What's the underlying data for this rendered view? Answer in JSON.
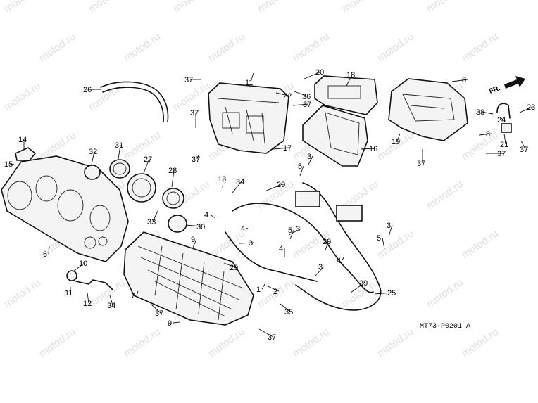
{
  "watermark": "motod.ru",
  "diagram_code": "MT73-P0201 A",
  "front_label": "FR.",
  "callouts": [
    {
      "id": "c26",
      "label": "26"
    },
    {
      "id": "c37a",
      "label": "37"
    },
    {
      "id": "c11a",
      "label": "11"
    },
    {
      "id": "c20",
      "label": "20"
    },
    {
      "id": "c22",
      "label": "22"
    },
    {
      "id": "c36",
      "label": "36"
    },
    {
      "id": "c37b",
      "label": "37"
    },
    {
      "id": "c18",
      "label": "18"
    },
    {
      "id": "c8a",
      "label": "8"
    },
    {
      "id": "c37c",
      "label": "37"
    },
    {
      "id": "c17",
      "label": "17"
    },
    {
      "id": "c37d",
      "label": "37"
    },
    {
      "id": "c16",
      "label": "16"
    },
    {
      "id": "c19",
      "label": "19"
    },
    {
      "id": "c37e",
      "label": "37"
    },
    {
      "id": "c38",
      "label": "38"
    },
    {
      "id": "c23",
      "label": "23"
    },
    {
      "id": "c24",
      "label": "24"
    },
    {
      "id": "c21",
      "label": "21"
    },
    {
      "id": "c8b",
      "label": "8"
    },
    {
      "id": "c37f",
      "label": "37"
    },
    {
      "id": "c37g",
      "label": "37"
    },
    {
      "id": "c14",
      "label": "14"
    },
    {
      "id": "c15",
      "label": "15"
    },
    {
      "id": "c32",
      "label": "32"
    },
    {
      "id": "c31",
      "label": "31"
    },
    {
      "id": "c27",
      "label": "27"
    },
    {
      "id": "c28",
      "label": "28"
    },
    {
      "id": "c13",
      "label": "13"
    },
    {
      "id": "c34a",
      "label": "34"
    },
    {
      "id": "c29a",
      "label": "29"
    },
    {
      "id": "c5a",
      "label": "5"
    },
    {
      "id": "c3a",
      "label": "3"
    },
    {
      "id": "c33",
      "label": "33"
    },
    {
      "id": "c4a",
      "label": "4"
    },
    {
      "id": "c30",
      "label": "30"
    },
    {
      "id": "c4b",
      "label": "4"
    },
    {
      "id": "c3b",
      "label": "3"
    },
    {
      "id": "c6",
      "label": "6"
    },
    {
      "id": "c9a",
      "label": "9"
    },
    {
      "id": "c3c",
      "label": "3"
    },
    {
      "id": "c5b",
      "label": "5"
    },
    {
      "id": "c3d",
      "label": "3"
    },
    {
      "id": "c4c",
      "label": "4"
    },
    {
      "id": "c29b",
      "label": "29"
    },
    {
      "id": "c4d",
      "label": "4"
    },
    {
      "id": "c10",
      "label": "10"
    },
    {
      "id": "c29c",
      "label": "29"
    },
    {
      "id": "c3e",
      "label": "3"
    },
    {
      "id": "c5c",
      "label": "5"
    },
    {
      "id": "c11b",
      "label": "11"
    },
    {
      "id": "c12",
      "label": "12"
    },
    {
      "id": "c34b",
      "label": "34"
    },
    {
      "id": "c7",
      "label": "7"
    },
    {
      "id": "c1",
      "label": "1"
    },
    {
      "id": "c2",
      "label": "2"
    },
    {
      "id": "c29d",
      "label": "29"
    },
    {
      "id": "c25",
      "label": "25"
    },
    {
      "id": "c35",
      "label": "35"
    },
    {
      "id": "c37h",
      "label": "37"
    },
    {
      "id": "c9b",
      "label": "9"
    },
    {
      "id": "c37i",
      "label": "37"
    }
  ]
}
